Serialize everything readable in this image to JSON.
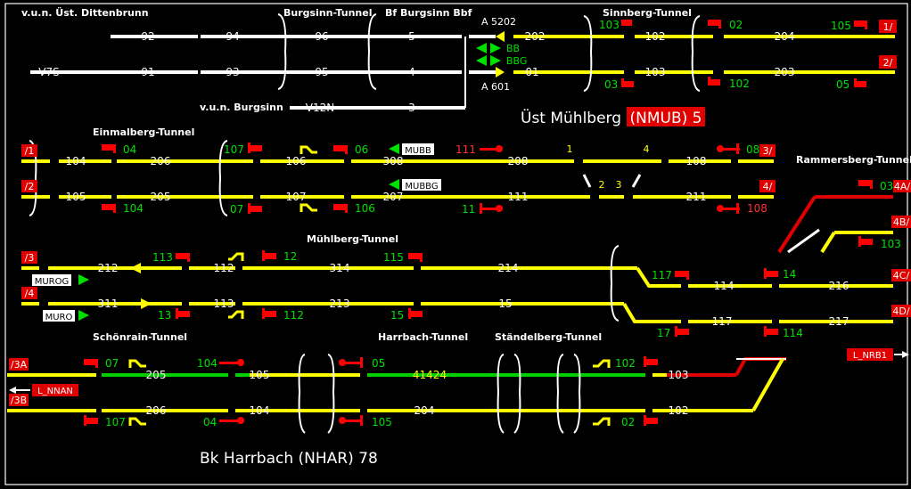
{
  "colors": {
    "background": "#000000",
    "track_white": "#ffffff",
    "track_yellow": "#ffff00",
    "track_green": "#00d000",
    "track_red": "#e00000",
    "signal_red": "#ff0000",
    "text_green": "#00e000",
    "text_white": "#ffffff"
  },
  "locations": {
    "vun_ust_dittenbrunn": "v.u.n. Üst. Dittenbrunn",
    "burgsinn_tunnel": "Burgsinn-Tunnel",
    "bf_burgsinn": "Bf Burgsinn Bbf",
    "sinnberg_tunnel": "Sinnberg-Tunnel",
    "vun_burgsinn": "v.u.n. Burgsinn",
    "ust_muehlberg": "Üst Mühlberg",
    "nmub_code": "(NMUB) 5",
    "einmalberg_tunnel": "Einmalberg-Tunnel",
    "rammersberg_tunnel": "Rammersberg-Tunnel",
    "muehlberg_tunnel": "Mühlberg-Tunnel",
    "schoenrain_tunnel": "Schönrain-Tunnel",
    "harrbach_tunnel": "Harrbach-Tunnel",
    "staendelberg_tunnel": "Ständelberg-Tunnel",
    "bk_harrbach": "Bk Harrbach  (NHAR) 78"
  },
  "sections": {
    "top": {
      "t92": "92",
      "t94": "94",
      "t96": "96",
      "t5": "5",
      "a5202": "A 5202",
      "t202": "202",
      "t102": "102",
      "t204": "204",
      "v7s": "V7S",
      "t91": "91",
      "t93": "93",
      "t95": "95",
      "t4": "4",
      "t01": "01",
      "a601": "A 601",
      "t103": "103",
      "t203": "203",
      "v12n": "V12N",
      "t3": "3",
      "bb": "BB",
      "bbg": "BBG",
      "sig103": "103",
      "sig02": "02",
      "sig105": "105",
      "sig03": "03",
      "sig102": "102",
      "sig05": "05"
    },
    "middle": {
      "t104": "104",
      "t206": "206",
      "t106": "106",
      "t308": "308",
      "t208": "208",
      "t1": "1",
      "t4": "4",
      "t108": "108",
      "t105": "105",
      "t205": "205",
      "t107": "107",
      "t207": "207",
      "t111": "111",
      "t2": "2",
      "t3": "3",
      "t211": "211",
      "mubb": "MUBB",
      "mubbg": "MUBBG",
      "sig04": "04",
      "sig107": "107",
      "sig06": "06",
      "sig111": "111",
      "sig08": "08",
      "sig104": "104",
      "sig07": "07",
      "sig106": "106",
      "sig11": "11",
      "sig108": "108",
      "sig03b": "03",
      "sig103b": "103"
    },
    "lower": {
      "t212": "212",
      "t112": "112",
      "t314": "314",
      "t214": "214",
      "t114": "114",
      "t216": "216",
      "t311": "311",
      "t113": "113",
      "t213": "213",
      "t15": "15",
      "t117": "117",
      "t217": "217",
      "murog": "MUROG",
      "muro": "MURO",
      "sig113": "113",
      "sig12": "12",
      "sig115": "115",
      "sig117": "117",
      "sig14": "14",
      "sig13": "13",
      "sig112": "112",
      "sig15": "15",
      "sig17": "17",
      "sig114": "114"
    },
    "bottom": {
      "t205": "205",
      "t105": "105",
      "t41424": "41424",
      "t103": "103",
      "t206": "206",
      "t104": "104",
      "t204": "204",
      "t102": "102",
      "sig07": "07",
      "sig104": "104",
      "sig05": "05",
      "sig102": "102",
      "sig107": "107",
      "sig04": "04",
      "sig105": "105",
      "sig02": "02"
    }
  },
  "exit_labels": {
    "e1": "1/",
    "e2": "2/",
    "e3": "3/",
    "e4": "4/",
    "e4a": "4A/",
    "e4b": "4B/",
    "e4c": "4C/",
    "e4d": "4D/",
    "w1": "/1",
    "w2": "/2",
    "w3": "/3",
    "w4": "/4",
    "w3a": "/3A",
    "w3b": "/3B"
  },
  "neighbors": {
    "l_nnan": "L_NNAN",
    "l_nrb1": "L_NRB1"
  }
}
